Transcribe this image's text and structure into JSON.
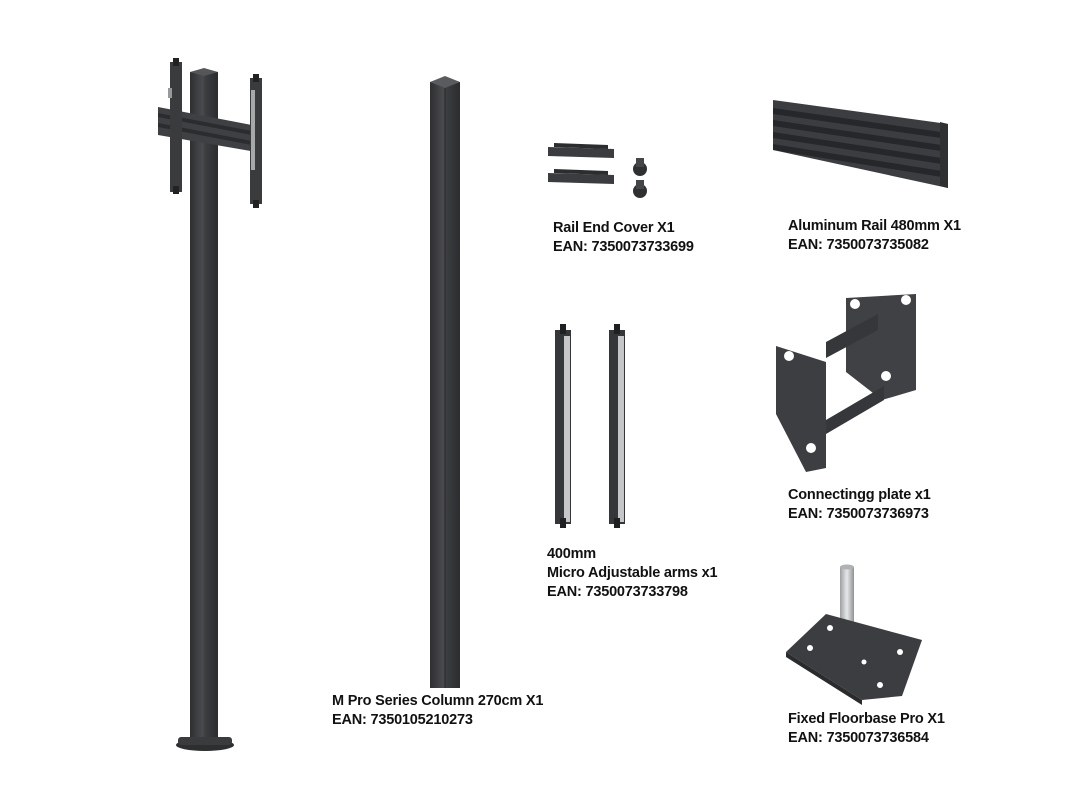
{
  "products": [
    {
      "name": "M Pro Series Column 270cm X1",
      "ean": "EAN: 7350105210273"
    },
    {
      "name": "Rail End Cover X1",
      "ean": "EAN: 7350073733699"
    },
    {
      "name": "Aluminum Rail 480mm X1",
      "ean": "EAN: 7350073735082"
    },
    {
      "name_line1": "400mm",
      "name": "Micro Adjustable arms x1",
      "ean": "EAN: 7350073733798"
    },
    {
      "name": "Connectingg plate x1",
      "ean": "EAN: 7350073736973"
    },
    {
      "name": "Fixed Floorbase Pro X1",
      "ean": "EAN: 7350073736584"
    }
  ],
  "colors": {
    "metal_dark": "#3a3b3d",
    "metal_mid": "#4b4c4f",
    "metal_light": "#6a6b6e",
    "silver": "#c9cbcd",
    "text": "#111111"
  }
}
